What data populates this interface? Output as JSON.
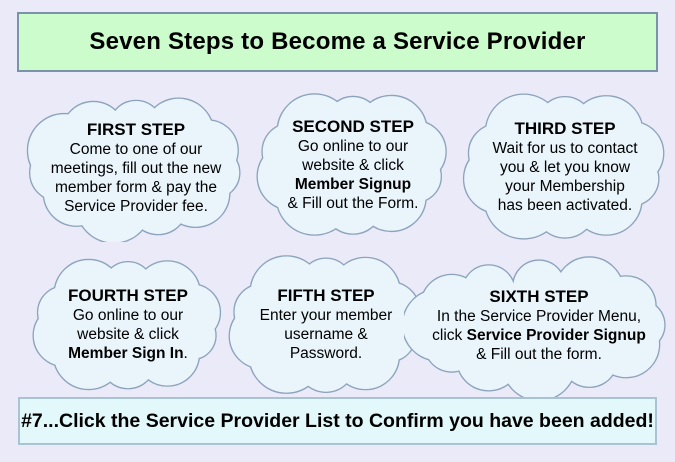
{
  "title_banner": {
    "label": "Seven Steps to Become a Service Provider"
  },
  "clouds": [
    {
      "title": "FIRST STEP",
      "lines": {
        "l1": "Come to one of our",
        "l2": "meetings, fill out the new",
        "l3": "member form & pay the",
        "l4": "Service Provider fee."
      }
    },
    {
      "title": "SECOND STEP",
      "lines": {
        "l1": "Go online to our",
        "l2": "website & click",
        "l3_bold": "Member Signup",
        "l4": "& Fill out the Form."
      }
    },
    {
      "title": "THIRD STEP",
      "lines": {
        "l1": "Wait for us to contact",
        "l2": "you & let you know",
        "l3": "your Membership",
        "l4": "has been activated."
      }
    },
    {
      "title": "FOURTH STEP",
      "lines": {
        "l1": "Go online to our",
        "l2": "website & click",
        "l3_bold": "Member Sign In",
        "l3_tail": "."
      }
    },
    {
      "title": "FIFTH STEP",
      "lines": {
        "l1": "Enter your member",
        "l2": "username &",
        "l3": "Password."
      }
    },
    {
      "title": "SIXTH STEP",
      "lines": {
        "l1": "In the Service Provider Menu,",
        "l2_pre": "click ",
        "l2_bold": "Service Provider Signup",
        "l3": "& Fill out the form."
      }
    }
  ],
  "footer_banner": {
    "label": "#7...Click the Service Provider List to Confirm you have been added!"
  },
  "colors": {
    "page_bg": "#eaeaf9",
    "title_fill": "#ccfbcc",
    "title_border": "#7a93a8",
    "cloud_fill": "#e9f4fb",
    "cloud_border": "#8ca3bb",
    "footer_fill": "#e3f8fa",
    "footer_border": "#a9c3d2",
    "text": "#000000"
  }
}
